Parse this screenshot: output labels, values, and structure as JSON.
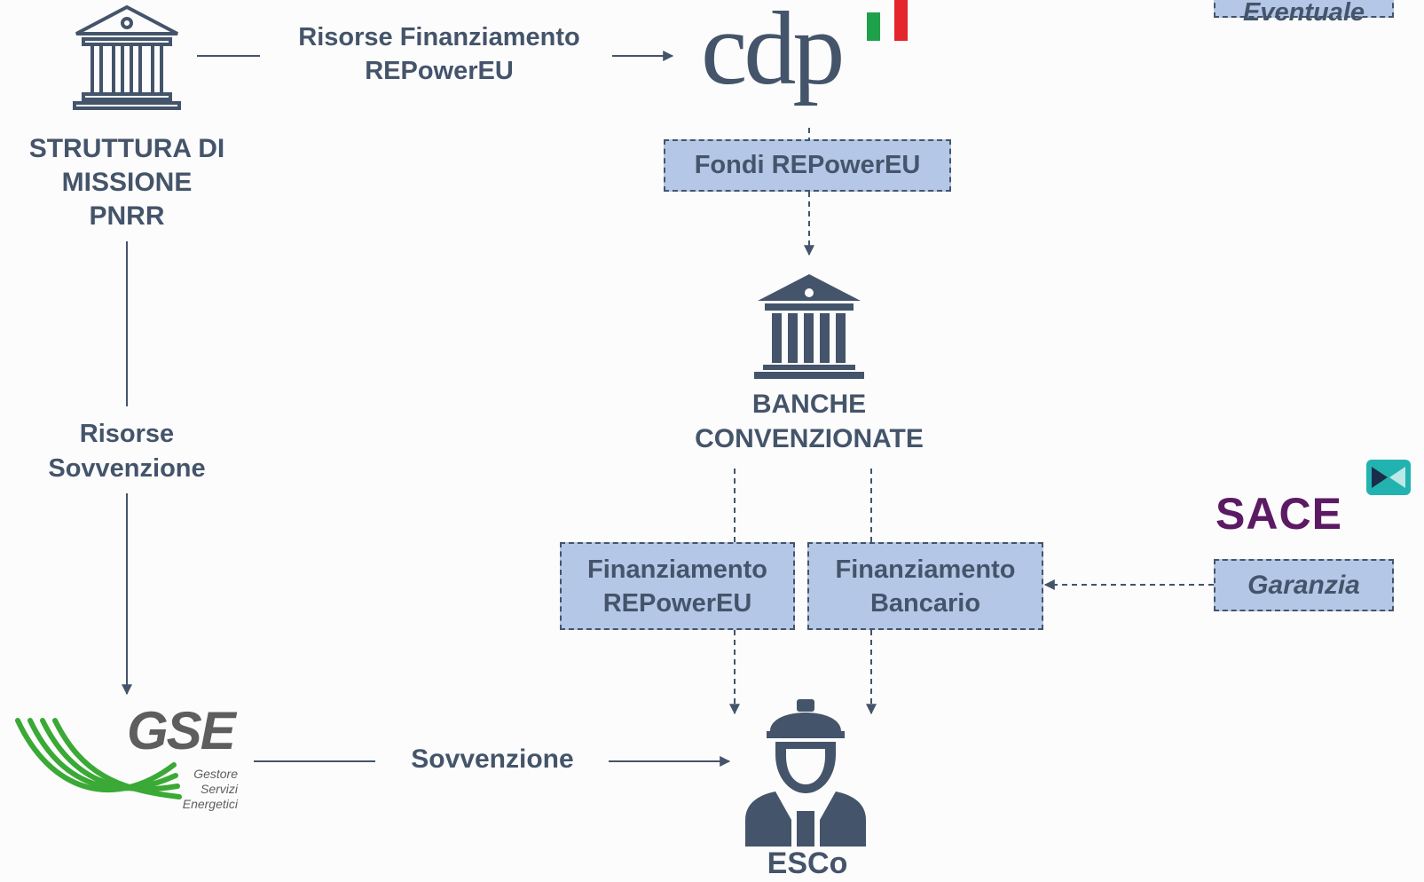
{
  "nodes": {
    "pnrr": {
      "label_1": "STRUTTURA DI",
      "label_2": "MISSIONE",
      "label_3": "PNRR"
    },
    "cdp": {
      "logo_text": "cdp"
    },
    "banche": {
      "label_1": "BANCHE",
      "label_2": "CONVENZIONATE"
    },
    "gse": {
      "logo_text": "GSE",
      "sub_1": "Gestore",
      "sub_2": "Servizi",
      "sub_3": "Energetici"
    },
    "sace": {
      "logo_text": "SACE"
    },
    "esco": {
      "label": "ESCo"
    }
  },
  "flows": {
    "risorse_finanziamento_1": "Risorse Finanziamento",
    "risorse_finanziamento_2": "REPowerEU",
    "risorse_sovvenzione_1": "Risorse",
    "risorse_sovvenzione_2": "Sovvenzione",
    "sovvenzione": "Sovvenzione"
  },
  "boxes": {
    "fondi": "Fondi REPowerEU",
    "fin_repower_1": "Finanziamento",
    "fin_repower_2": "REPowerEU",
    "fin_bancario_1": "Finanziamento",
    "fin_bancario_2": "Bancario",
    "garanzia": "Garanzia",
    "eventuale": "Eventuale"
  },
  "colors": {
    "primary": "#44546a",
    "box_fill": "#b4c7e7",
    "gse_green": "#3aa935",
    "gse_gray": "#5e5e5e",
    "sace_purple": "#5b1a63",
    "sace_teal": "#22b3b0",
    "flag_green": "#1fa04a",
    "flag_red": "#e3262b"
  }
}
